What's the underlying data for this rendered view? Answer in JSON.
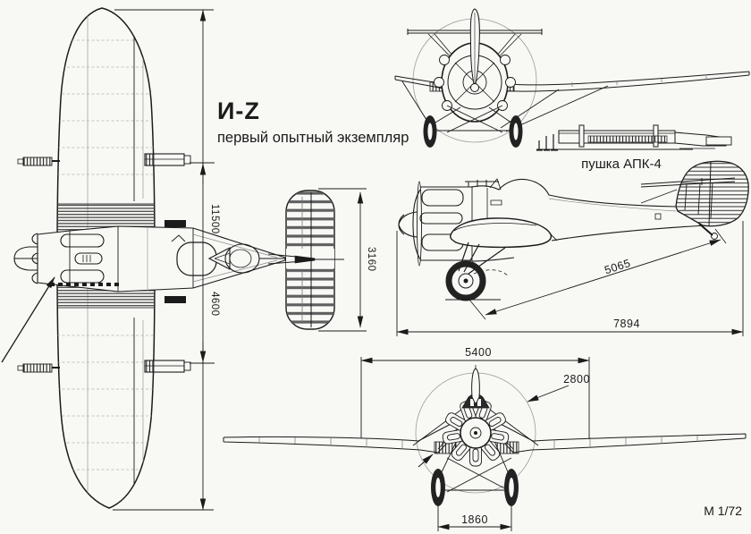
{
  "palette": {
    "paper": "#f8f8f5",
    "ink": "#1b1b1b",
    "faint": "#9a9a9a"
  },
  "title": {
    "model": "И-Z",
    "subtitle": "первый опытный экземпляр"
  },
  "labels": {
    "cannon": "пушка АПК-4",
    "scale": "М 1/72"
  },
  "dimensions": {
    "wingspan": "11500",
    "cannon_spacing": "4600",
    "tailplane_span": "3160",
    "wheel_to_tail": "5065",
    "overall_length": "7894",
    "strut_span": "5400",
    "propeller_diameter": "2800",
    "wheel_track": "1860"
  }
}
